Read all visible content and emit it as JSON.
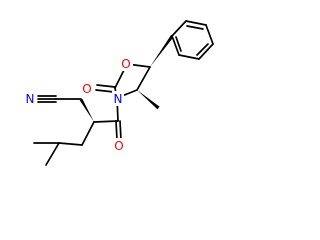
{
  "atom_labels": {
    "nitrile_n": "N",
    "ring_o": "O",
    "ring_n": "N",
    "carbonyl_o_ring": "O",
    "carbonyl_o_acyl": "O"
  },
  "colors": {
    "bond": "#000000",
    "nitrogen": "#0000ff",
    "oxygen": "#ff0000",
    "background": "#ffffff"
  }
}
